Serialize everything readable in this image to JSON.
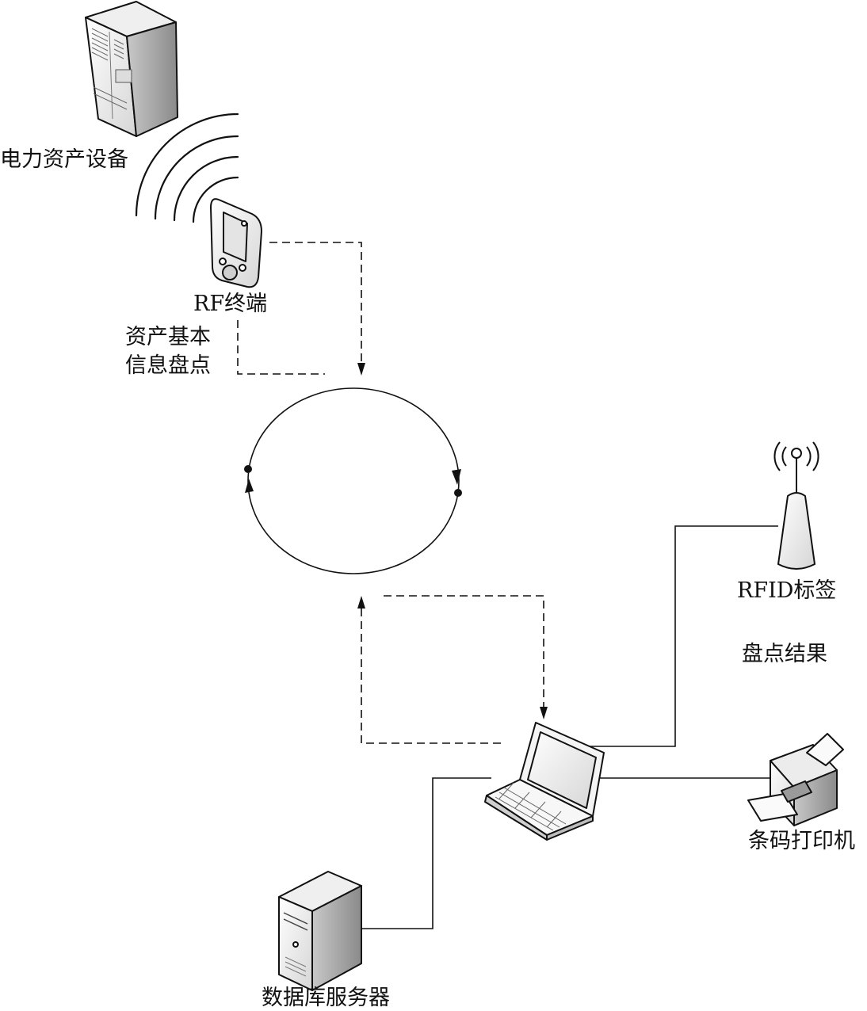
{
  "labels": {
    "power_asset_device": "电力资产设备",
    "rf_terminal": "RF终端",
    "asset_info_line1": "资产基本",
    "asset_info_line2": "信息盘点",
    "rfid_tag": "RFID标签",
    "inventory_result": "盘点结果",
    "barcode_printer": "条码打印机",
    "database_server": "数据库服务器"
  },
  "icons": {
    "power_asset_device": "rack-server-icon",
    "wireless": "wireless-signal-icon",
    "rf_terminal": "handheld-device-icon",
    "rfid_tag": "rfid-antenna-icon",
    "laptop": "laptop-icon",
    "printer": "printer-icon",
    "database_server": "tower-server-icon"
  },
  "colors": {
    "stroke": "#111111",
    "fill_light": "#f2f2f2",
    "fill_mid": "#d9d9d9",
    "fill_dark": "#b3b3b3"
  }
}
